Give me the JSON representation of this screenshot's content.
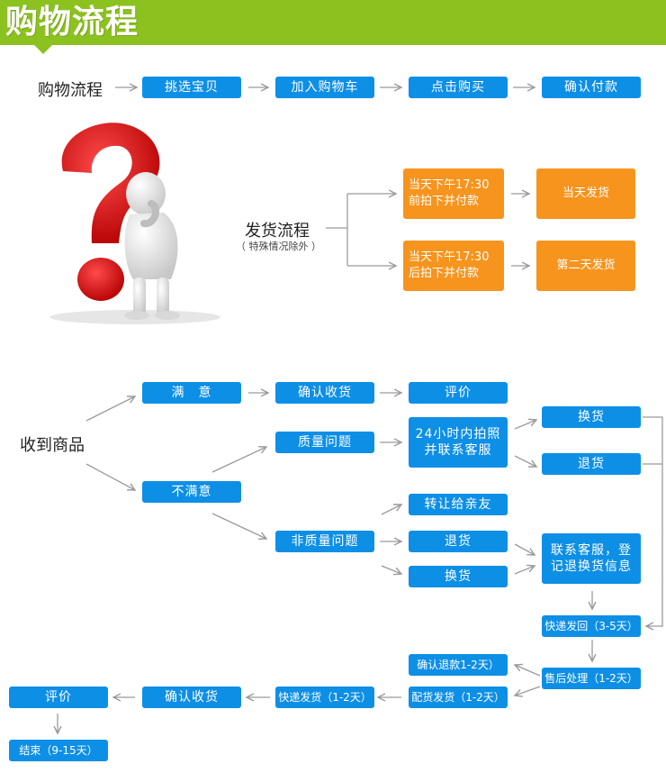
{
  "header": {
    "title": "购物流程"
  },
  "shopping": {
    "label": "购物流程",
    "steps": [
      "挑选宝贝",
      "加入购物车",
      "点击购买",
      "确认付款"
    ]
  },
  "shipping": {
    "label": "发货流程",
    "note": "（ 特殊情况除外 ）",
    "cond1": "当天下午17:30\n前拍下并付款",
    "result1": "当天发货",
    "cond2": "当天下午17:30\n后拍下并付款",
    "result2": "第二天发货"
  },
  "receive": {
    "label": "收到商品",
    "satisfied": "满　意",
    "confirm": "确认收货",
    "review": "评价",
    "unsatisfied": "不满意",
    "quality": "质量问题",
    "contact24": "24小时内拍照\n并联系客服",
    "exchange": "换货",
    "return": "退货",
    "nonquality": "非质量问题",
    "transfer": "转让给亲友",
    "return2": "退货",
    "exchange2": "换货",
    "register": "联系客服，登\n记退换货信息",
    "sendback": "快递发回（3-5天）",
    "aftersale": "售后处理（1-2天）",
    "refund": "确认退款1-2天）",
    "dispatch": "配货发货（1-2天）",
    "express": "快递发货（1-2天）",
    "confirm2": "确认收货",
    "review2": "评价",
    "end": "结束（9-15天）"
  },
  "icons": {
    "figure": "question-mark-thinker-illustration"
  },
  "colors": {
    "header": "#8cc21f",
    "blue": "#0e8fe6",
    "orange": "#f7941d",
    "arrow": "#9a9a9a"
  }
}
